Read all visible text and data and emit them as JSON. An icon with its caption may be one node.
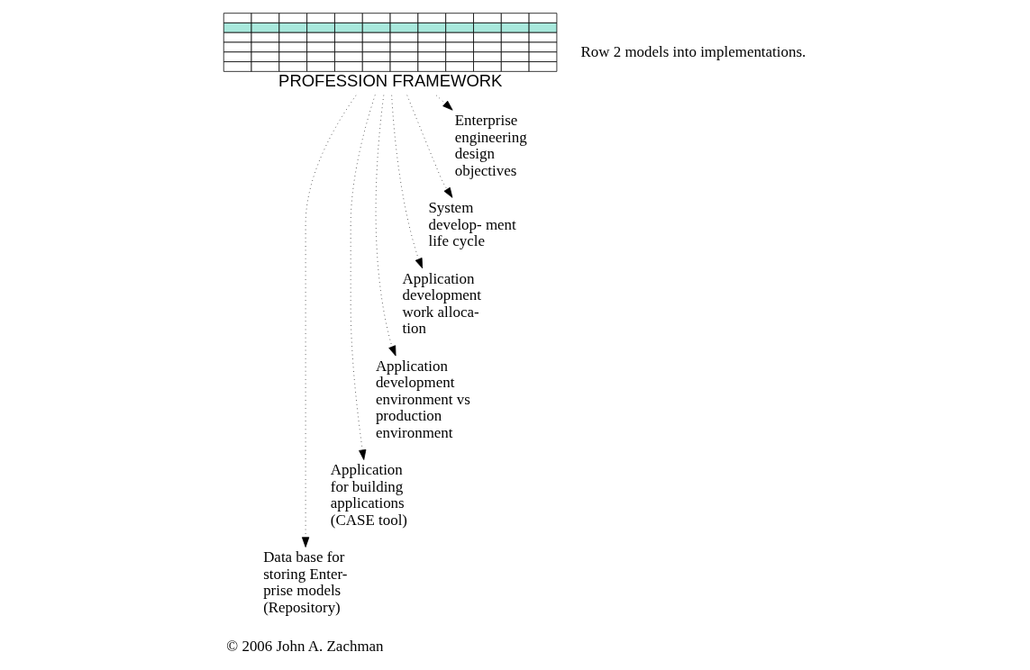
{
  "diagram": {
    "nodes": [
      {
        "text": [
          "PROFESSION FRAMEWORK"
        ]
      },
      {
        "text": [
          "Data base for storing Enter- prise models (Repository)"
        ]
      },
      {
        "text": [
          "Application for building applications (CASE tool)"
        ]
      },
      {
        "text": [
          "Application development environment vs production environment"
        ]
      },
      {
        "text": [
          "Application development work alloca- tion"
        ]
      },
      {
        "text": [
          "System develop- ment life cycle"
        ]
      },
      {
        "text": [
          "Enterprise engineering design objectives"
        ]
      }
    ],
    "edges": [
      {
        "from": 0,
        "to": 1,
        "arrow": "to",
        "style": "dashed"
      },
      {
        "from": 0,
        "to": 2,
        "arrow": "to",
        "style": "dashed"
      },
      {
        "from": 0,
        "to": 3,
        "arrow": "to",
        "style": "dashed"
      },
      {
        "from": 0,
        "to": 4,
        "arrow": "to",
        "style": "dashed"
      },
      {
        "from": 0,
        "to": 5,
        "arrow": "to",
        "style": "dashed"
      },
      {
        "from": 0,
        "to": 6,
        "arrow": "to",
        "style": "dashed"
      }
    ],
    "labels": [
      "Row 2 models into implementations.",
      "© 2006 John A. Zachman"
    ]
  }
}
